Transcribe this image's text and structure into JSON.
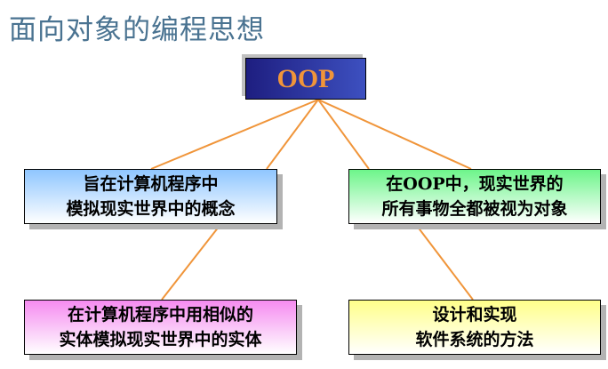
{
  "title": "面向对象的编程思想",
  "root": "OOP",
  "nodes": [
    {
      "line1": "旨在计算机程序中",
      "line2": "模拟现实世界中的概念"
    },
    {
      "line1": "在OOP中，现实世界的",
      "line2": "所有事物全都被视为对象"
    },
    {
      "line1": "在计算机程序中用相似的",
      "line2": "实体模拟现实世界中的实体"
    },
    {
      "line1": "设计和实现",
      "line2": "软件系统的方法"
    }
  ],
  "colors": {
    "title": "#4a7391",
    "connector": "#f0953a",
    "root_text": "#f0953a"
  }
}
